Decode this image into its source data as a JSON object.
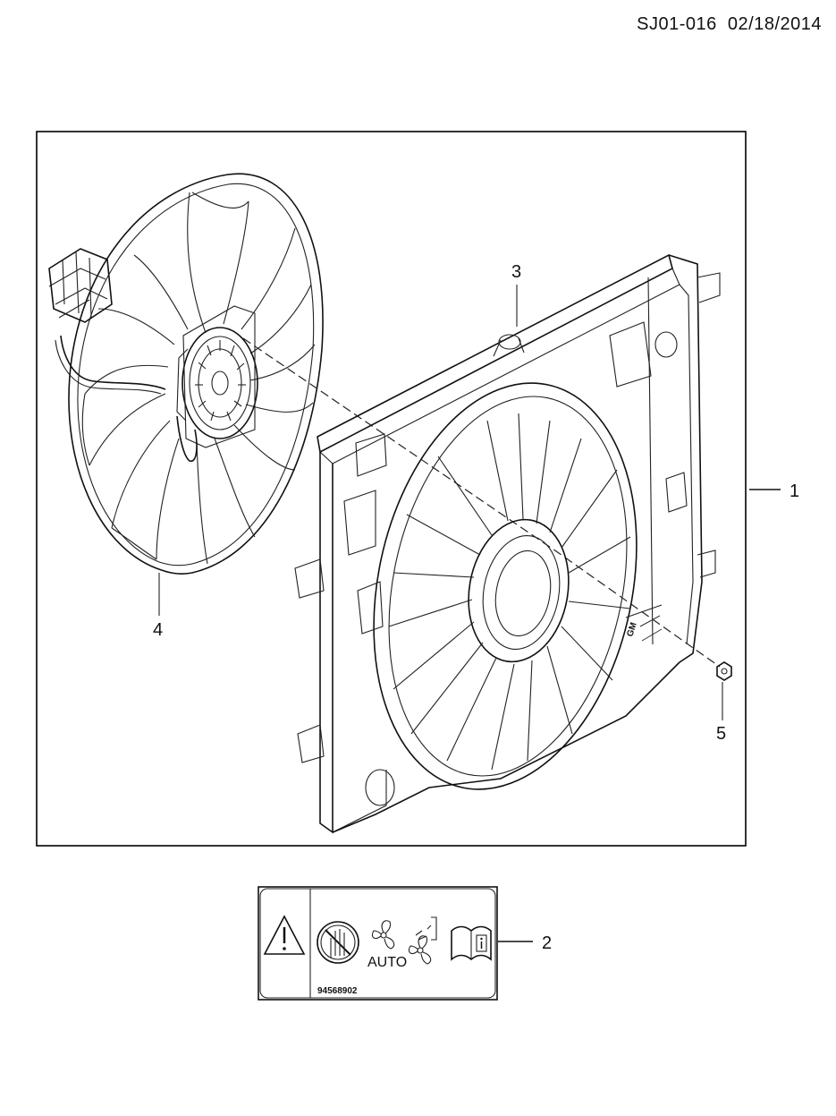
{
  "header": {
    "doc_code": "SJ01-016",
    "date": "02/18/2014"
  },
  "callouts": {
    "c1": "1",
    "c2": "2",
    "c3": "3",
    "c4": "4",
    "c5": "5"
  },
  "fan_shroud": {
    "logo": "GM"
  },
  "warning_label": {
    "part_number": "94568902",
    "auto_text": "AUTO"
  },
  "icons": [
    "warning-triangle-icon",
    "no-hand-icon",
    "fan-icon",
    "fan-spray-icon",
    "manual-info-icon"
  ]
}
